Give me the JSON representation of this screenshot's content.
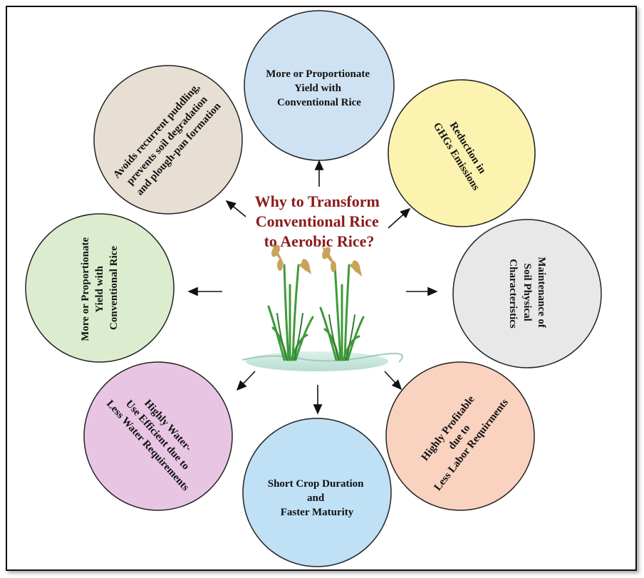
{
  "title": {
    "lines": [
      "Why to Transform",
      "Conventional Rice",
      "to Aerobic Rice?"
    ],
    "color": "#8b1a1a"
  },
  "benefits": [
    {
      "id": "top",
      "lines": [
        "More or Proportionate",
        "Yield with",
        "Conventional Rice"
      ],
      "fill": "#cfe2f3"
    },
    {
      "id": "upper-right",
      "lines": [
        "Reduction in",
        "GHGs Emissions"
      ],
      "fill": "#fcf3b0"
    },
    {
      "id": "right",
      "lines": [
        "Maintenance of",
        "Soil Physical",
        "Characteristics"
      ],
      "fill": "#e8e8e8"
    },
    {
      "id": "lower-right",
      "lines": [
        "Highly Profitable",
        "due to",
        "Less Labor Requirments"
      ],
      "fill": "#f9d3c0"
    },
    {
      "id": "bottom",
      "lines": [
        "Short Crop Duration",
        "and",
        "Faster Maturity"
      ],
      "fill": "#bfe0f5"
    },
    {
      "id": "lower-left",
      "lines": [
        "Highly Water-",
        "Use Efficient due to",
        "Less Water Requirements"
      ],
      "fill": "#e8c6e3"
    },
    {
      "id": "left",
      "lines": [
        "More or Proportionate",
        "Yield with",
        "Conventional Rice"
      ],
      "fill": "#dcedcf"
    },
    {
      "id": "upper-left",
      "lines": [
        "Avoids recurrent puddling,",
        "prevents soil degradation",
        "and plough-pan formation"
      ],
      "fill": "#e8dfd4"
    }
  ],
  "icons": [
    "rice-plant-icon",
    "rice-plant-icon"
  ]
}
